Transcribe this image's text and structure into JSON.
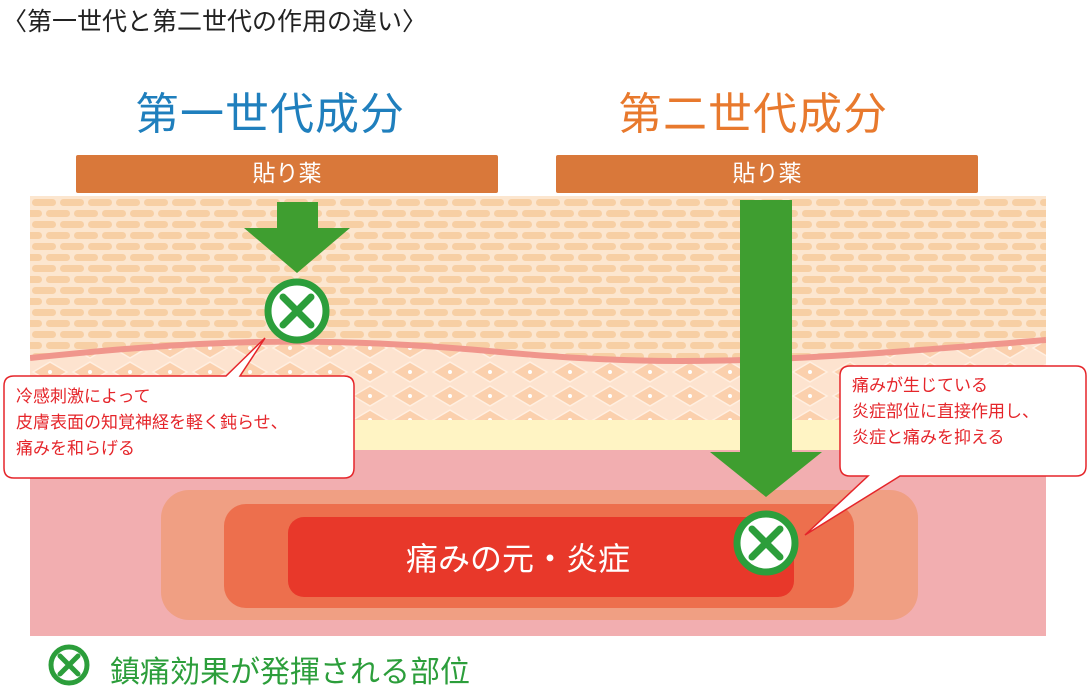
{
  "title": "〈第一世代と第二世代の作用の違い〉",
  "generation_1": {
    "label": "第一世代成分",
    "patch_label": "貼り薬",
    "callout_lines": [
      "冷感刺激によって",
      "皮膚表面の知覚神経を軽く鈍らせ、",
      "痛みを和らげる"
    ]
  },
  "generation_2": {
    "label": "第二世代成分",
    "patch_label": "貼り薬",
    "callout_lines": [
      "痛みが生じている",
      "炎症部位に直接作用し、",
      "炎症と痛みを抑える"
    ]
  },
  "pain_source_label": "痛みの元・炎症",
  "legend": {
    "icon": "x-circle-icon",
    "text": "鎮痛効果が発揮される部位"
  },
  "colors": {
    "generation_1": "#1f7fbd",
    "generation_2": "#e8792d",
    "patch": "#d9783a",
    "arrow": "#3f9e30",
    "effect_mark": "#2c9e3b",
    "callout": "#e5252a",
    "inflammation": "#e8382a"
  }
}
